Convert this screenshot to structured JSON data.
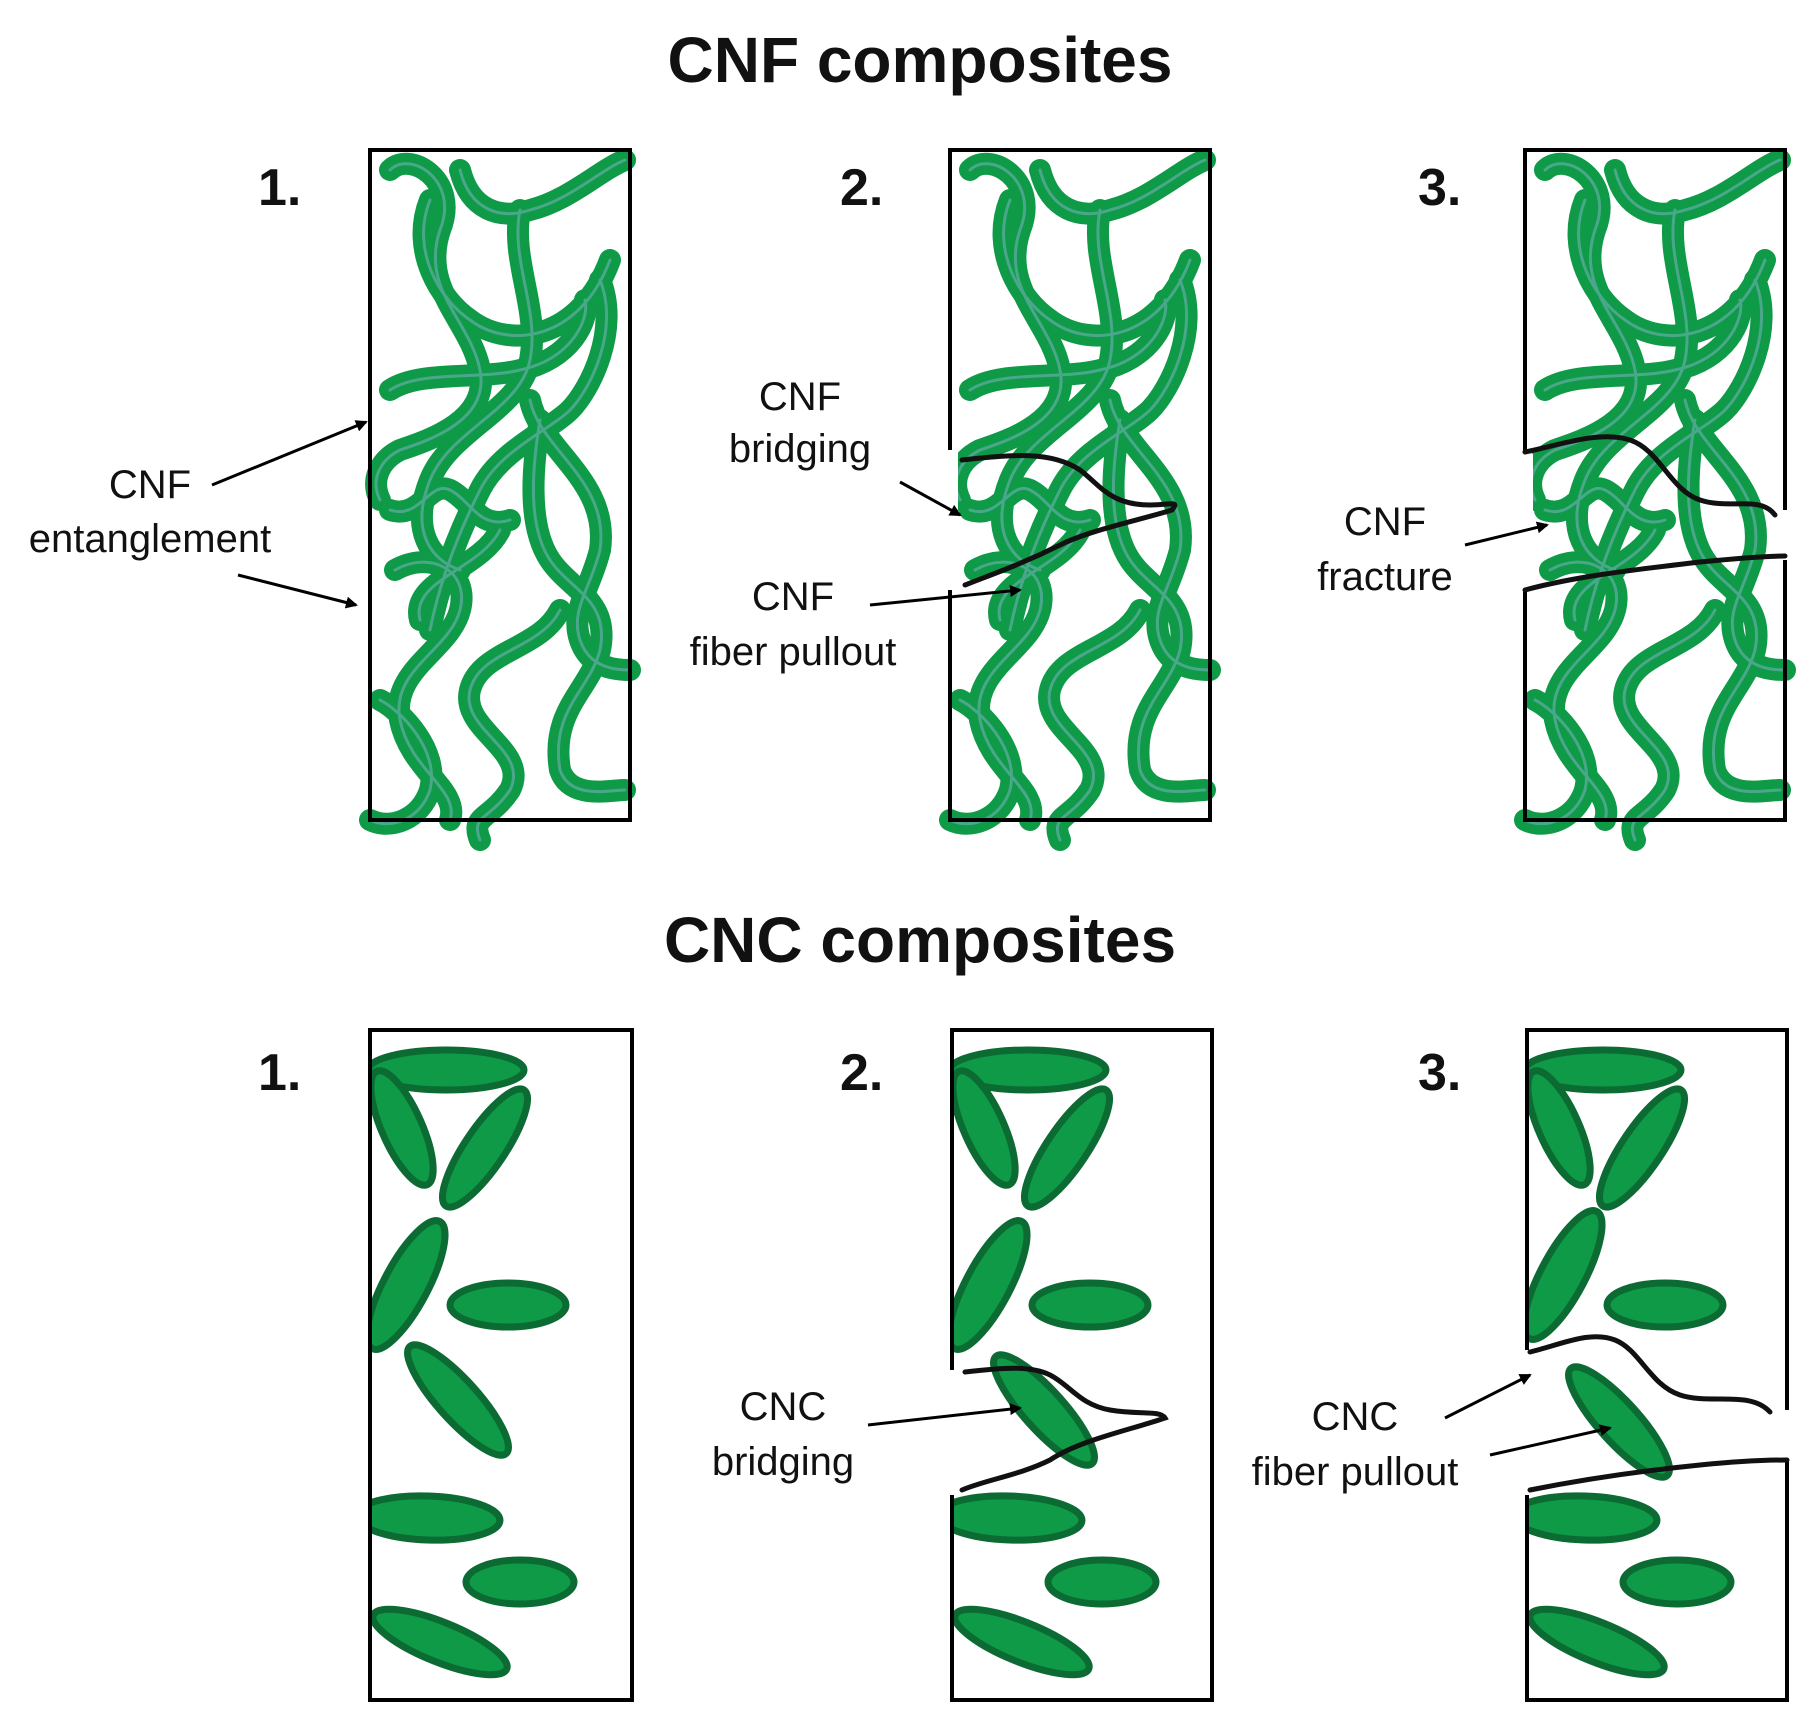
{
  "colors": {
    "fiber_fill": "#0e9a47",
    "fiber_stroke": "#0b6b33",
    "fiber_core": "#4aa88a",
    "outline": "#000000",
    "crack": "#111111"
  },
  "cnf": {
    "title": "CNF composites",
    "steps": [
      "1.",
      "2.",
      "3."
    ],
    "labels": {
      "entanglement_line1": "CNF",
      "entanglement_line2": "entanglement",
      "bridging_line1": "CNF",
      "bridging_line2": "bridging",
      "pullout_line1": "CNF",
      "pullout_line2": "fiber pullout",
      "fracture_line1": "CNF",
      "fracture_line2": "fracture"
    }
  },
  "cnc": {
    "title": "CNC composites",
    "steps": [
      "1.",
      "2.",
      "3."
    ],
    "labels": {
      "bridging_line1": "CNC",
      "bridging_line2": "bridging",
      "pullout_line1": "CNC",
      "pullout_line2": "fiber pullout"
    }
  }
}
